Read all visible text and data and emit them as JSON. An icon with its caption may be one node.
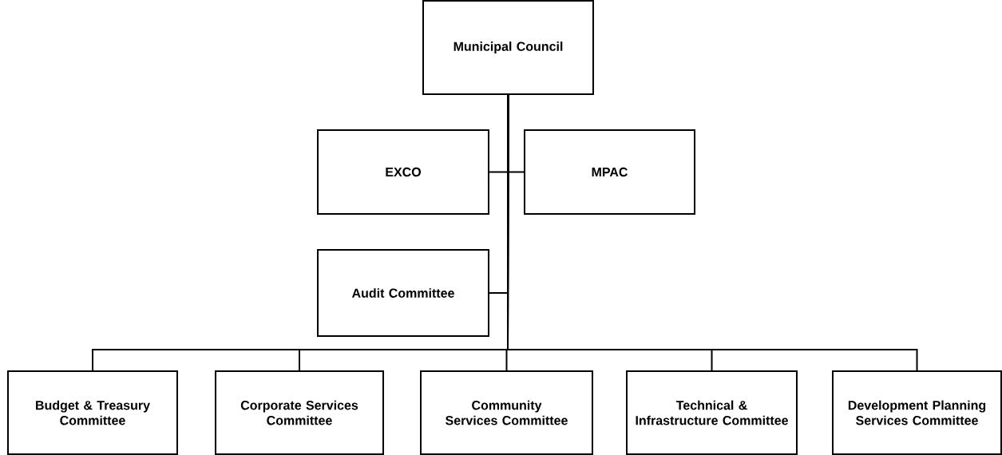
{
  "diagram": {
    "nodes": [
      {
        "text": [
          "Municipal Council"
        ]
      },
      {
        "text": [
          "EXCO"
        ]
      },
      {
        "text": [
          "MPAC"
        ]
      },
      {
        "text": [
          "Audit Committee"
        ]
      },
      {
        "text": [
          "Budget & Treasury Committee"
        ]
      },
      {
        "text": [
          "Corporate Services Committee"
        ]
      },
      {
        "text": [
          "Community Services Committee"
        ]
      },
      {
        "text": [
          "Technical & Infrastructure Committee"
        ]
      },
      {
        "text": [
          "Development Planning Services Committee"
        ]
      }
    ],
    "edges": [
      {
        "from": 0,
        "to": 1,
        "arrow": "none"
      },
      {
        "from": 0,
        "to": 2,
        "arrow": "none"
      },
      {
        "from": 0,
        "to": 3,
        "arrow": "none"
      },
      {
        "from": 0,
        "to": 4,
        "arrow": "none"
      },
      {
        "from": 0,
        "to": 5,
        "arrow": "none"
      },
      {
        "from": 0,
        "to": 6,
        "arrow": "none"
      },
      {
        "from": 0,
        "to": 7,
        "arrow": "none"
      },
      {
        "from": 0,
        "to": 8,
        "arrow": "none"
      }
    ]
  }
}
